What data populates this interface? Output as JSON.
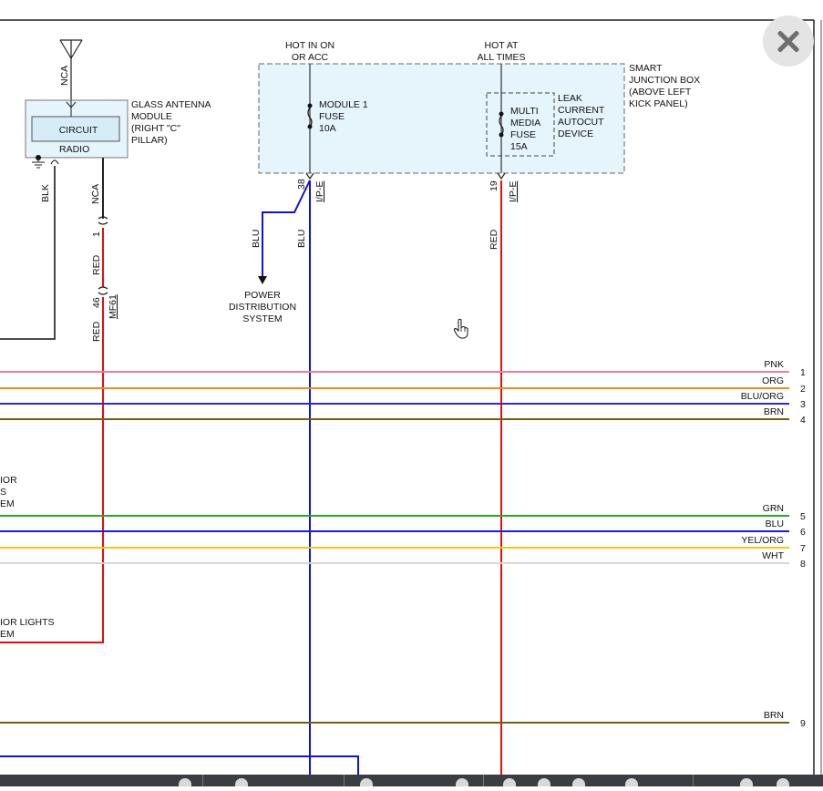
{
  "diagram": {
    "antenna": {
      "module_name": [
        "GLASS ANTENNA",
        "MODULE",
        "(RIGHT \"C\"",
        "PILLAR)"
      ],
      "circuit_label": "CIRCUIT",
      "radio_label": "RADIO",
      "nca_top": "NCA",
      "blk_wire": "BLK",
      "nca_wire": "NCA",
      "pin_1": "1",
      "red_1": "RED",
      "pin_46": "46",
      "connector_mf61": "MF61",
      "red_2": "RED"
    },
    "junction_box": {
      "name": [
        "SMART",
        "JUNCTION BOX",
        "(ABOVE LEFT",
        "KICK PANEL)"
      ],
      "hot_on": [
        "HOT IN ON",
        "OR ACC"
      ],
      "hot_always": [
        "HOT AT",
        "ALL TIMES"
      ],
      "fuse1": [
        "MODULE 1",
        "FUSE",
        "10A"
      ],
      "fuse2": [
        "MULTI",
        "MEDIA",
        "FUSE",
        "15A"
      ],
      "leak_device": [
        "LEAK",
        "CURRENT",
        "AUTOCUT",
        "DEVICE"
      ],
      "pin_38": "38",
      "conn_ipe_1": "I/P-E",
      "pin_19": "19",
      "conn_ipe_2": "I/P-E"
    },
    "power_dist": {
      "blu_branch": "BLU",
      "blu_main": "BLU",
      "red_main": "RED",
      "label": [
        "POWER",
        "DISTRIBUTION",
        "SYSTEM"
      ]
    },
    "left_partial": {
      "system_a": [
        "IOR",
        "S",
        "EM"
      ],
      "system_b": [
        "IOR LIGHTS",
        "EM"
      ]
    },
    "bus_wires": [
      {
        "label": "PNK",
        "num": "1",
        "color": "#e87fa3"
      },
      {
        "label": "ORG",
        "num": "2",
        "color": "#f08a1c"
      },
      {
        "label": "BLU/ORG",
        "num": "3",
        "color": "#2b2bd6"
      },
      {
        "label": "BRN",
        "num": "4",
        "color": "#7a5a12"
      },
      {
        "label": "GRN",
        "num": "5",
        "color": "#2fa32f"
      },
      {
        "label": "BLU",
        "num": "6",
        "color": "#1c1ce0"
      },
      {
        "label": "YEL/ORG",
        "num": "7",
        "color": "#f2c81a"
      },
      {
        "label": "WHT",
        "num": "8",
        "color": "#d6d6d6"
      },
      {
        "label": "BRN",
        "num": "9",
        "color": "#7a5a12"
      }
    ],
    "colors": {
      "red_wire": "#e01010",
      "blue_wire": "#1010e0",
      "box_fill": "#e6f4fb",
      "black_wire": "#333333"
    }
  },
  "overlay": {
    "close_icon": "close-icon",
    "cursor_icon": "hand-pointer-icon"
  }
}
